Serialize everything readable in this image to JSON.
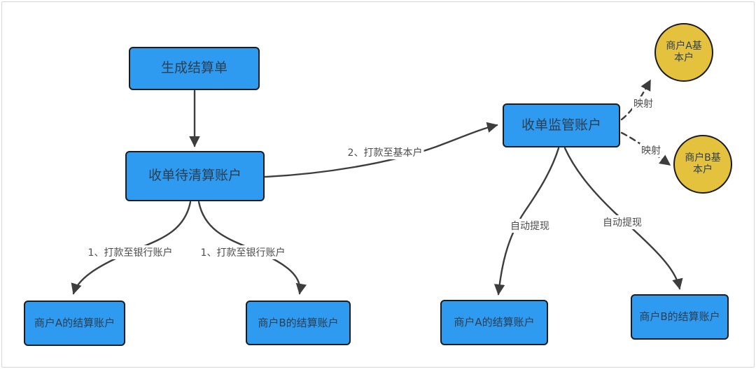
{
  "diagram": {
    "type": "flowchart",
    "canvas": {
      "background": "#ffffff",
      "border_color": "#d6d6d6"
    },
    "colors": {
      "process_fill": "#2e9bf0",
      "process_border": "#1c1c1e",
      "process_text": "#2c3e50",
      "basic_account_fill": "#e4c23d",
      "edge_stroke": "#3d3d3d",
      "edge_label_text": "#4d4d4d"
    },
    "nodes": {
      "gen_settlement": {
        "label": "生成结算单",
        "shape": "rect"
      },
      "pending_clearing": {
        "label": "收单待清算账户",
        "shape": "rect"
      },
      "merchant_a_settlement_left": {
        "label": "商户A的结算账户",
        "shape": "rect"
      },
      "merchant_b_settlement_left": {
        "label": "商户B的结算账户",
        "shape": "rect"
      },
      "supervision": {
        "label": "收单监管账户",
        "shape": "rect"
      },
      "merchant_a_basic": {
        "label": "商户A基本户",
        "shape": "circle"
      },
      "merchant_b_basic": {
        "label": "商户B基本户",
        "shape": "circle"
      },
      "merchant_a_settlement_right": {
        "label": "商户A的结算账户",
        "shape": "rect"
      },
      "merchant_b_settlement_right": {
        "label": "商户B的结算账户",
        "shape": "rect"
      }
    },
    "edge_labels": {
      "pay_bank_a": "1、打款至银行账户",
      "pay_bank_b": "1、打款至银行账户",
      "pay_basic": "2、打款至基本户",
      "mapping_a": "映射",
      "mapping_b": "映射",
      "auto_withdraw_a": "自动提现",
      "auto_withdraw_b": "自动提现"
    }
  }
}
